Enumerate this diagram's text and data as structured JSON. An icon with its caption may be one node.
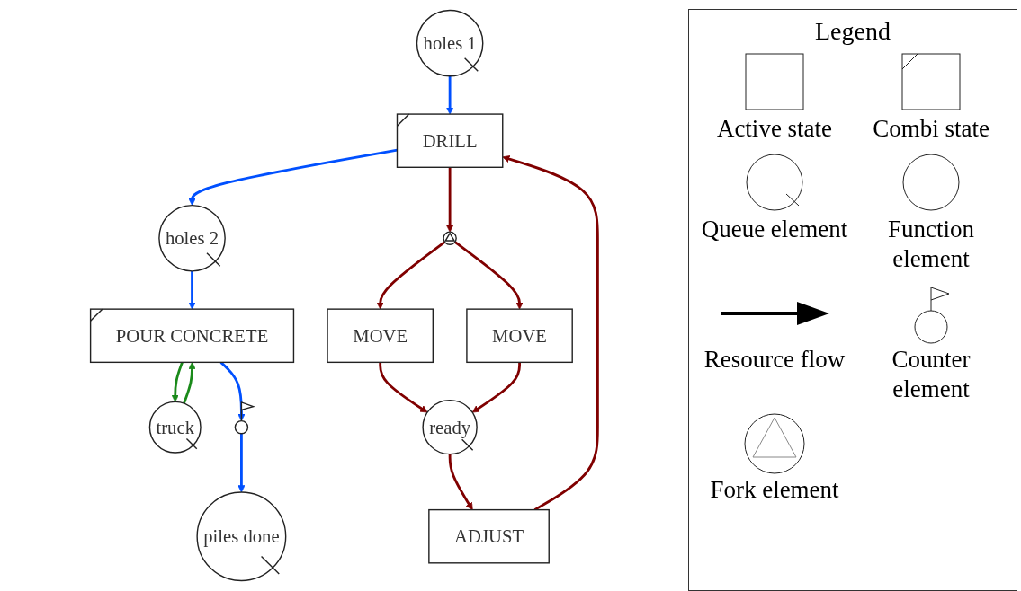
{
  "diagram": {
    "nodes": [
      {
        "text": [
          "DRILL"
        ]
      },
      {
        "text": [
          "truck"
        ]
      },
      {
        "text": [
          "holes 2"
        ]
      },
      {
        "text": [
          "holes 1"
        ]
      },
      {
        "text": [
          "POUR CONCRETE"
        ]
      },
      {
        "text": [],
        "shape": "circle"
      },
      {
        "text": [
          "piles done"
        ]
      },
      {
        "text": [],
        "shape": "circle"
      },
      {
        "text": [
          "MOVE"
        ]
      },
      {
        "text": [
          "MOVE"
        ]
      },
      {
        "text": [
          "ready"
        ]
      },
      {
        "text": [
          "ADJUST"
        ]
      }
    ],
    "edges": [
      {
        "from": 0,
        "to": 2,
        "arrow": "to",
        "color": "#0050ff"
      },
      {
        "from": 3,
        "to": 0,
        "arrow": "to",
        "color": "#0050ff"
      },
      {
        "from": 4,
        "to": 1,
        "arrow": "to",
        "color": "#1a8a1a"
      },
      {
        "from": 1,
        "to": 4,
        "arrow": "to",
        "color": "#1a8a1a"
      },
      {
        "from": 2,
        "to": 4,
        "arrow": "to",
        "color": "#0050ff"
      },
      {
        "from": 4,
        "to": 5,
        "arrow": "to",
        "color": "#0050ff"
      },
      {
        "from": 5,
        "to": 6,
        "arrow": "to",
        "color": "#0050ff"
      },
      {
        "from": 0,
        "to": 7,
        "arrow": "to"
      },
      {
        "from": 7,
        "to": 8,
        "arrow": "to"
      },
      {
        "from": 7,
        "to": 9,
        "arrow": "to"
      },
      {
        "from": 8,
        "to": 10,
        "arrow": "to"
      },
      {
        "from": 9,
        "to": 10,
        "arrow": "to"
      },
      {
        "from": 10,
        "to": 11,
        "arrow": "to"
      },
      {
        "from": 11,
        "to": 0,
        "arrow": "to"
      }
    ],
    "labels": [
      "Legend"
    ],
    "legend": [
      {
        "text": "Active state"
      },
      {
        "text": "Combi state"
      },
      {
        "text": "Queue element"
      },
      {
        "text": "Function element"
      },
      {
        "text": "Resource flow"
      },
      {
        "text": "Counter element"
      },
      {
        "text": "Fork element"
      }
    ]
  }
}
